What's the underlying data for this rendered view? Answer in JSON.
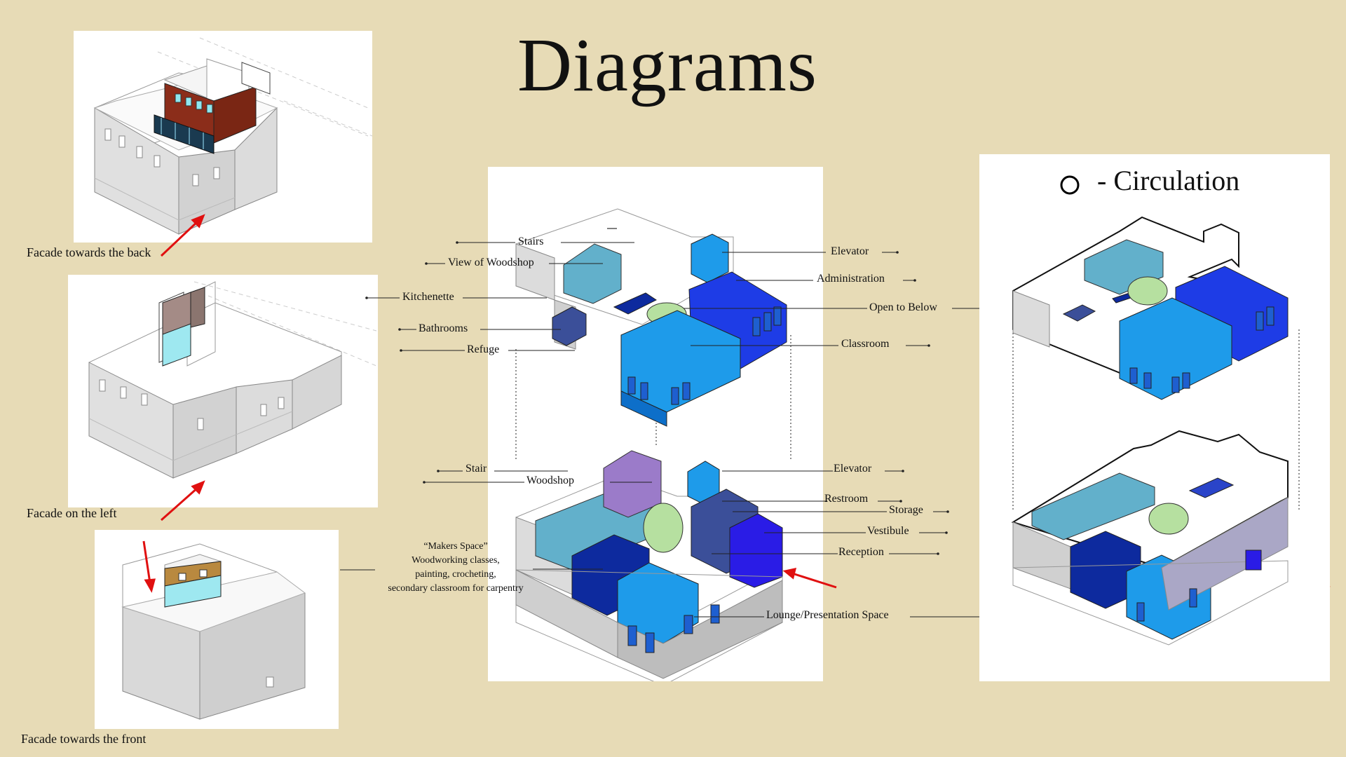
{
  "title": "Diagrams",
  "captions": {
    "back": "Facade towards the back",
    "left": "Facade on the left",
    "front": "Facade towards the front"
  },
  "upper_labels": {
    "stairs": "Stairs",
    "view_woodshop": "View of Woodshop",
    "kitchenette": "Kitchenette",
    "bathrooms": "Bathrooms",
    "refuge": "Refuge",
    "elevator": "Elevator",
    "administration": "Administration",
    "open_below": "Open to Below",
    "classroom": "Classroom"
  },
  "lower_labels": {
    "stair": "Stair",
    "woodshop": "Woodshop",
    "elevator": "Elevator",
    "restroom": "Restroom",
    "storage": "Storage",
    "vestibule": "Vestibule",
    "reception": "Reception",
    "lounge": "Lounge/Presentation Space"
  },
  "makers": {
    "line1": "“Makers Space”",
    "line2": "Woodworking classes,",
    "line3": "painting, crocheting,",
    "line4": "secondary classroom for carpentry"
  },
  "legend": {
    "label": "- Circulation",
    "icon": "circle-icon"
  },
  "colors": {
    "background": "#e7dbb6",
    "light_blue": "#62b0cb",
    "sky_blue": "#1e9bea",
    "royal_blue": "#1e3ce6",
    "navy": "#0d2a9e",
    "slate": "#3b4f99",
    "lavender": "#9b7bc9",
    "mint": "#b6e0a0",
    "brick": "#8b2d1a",
    "timber": "#b9893f",
    "arrow_red": "#e01010"
  }
}
